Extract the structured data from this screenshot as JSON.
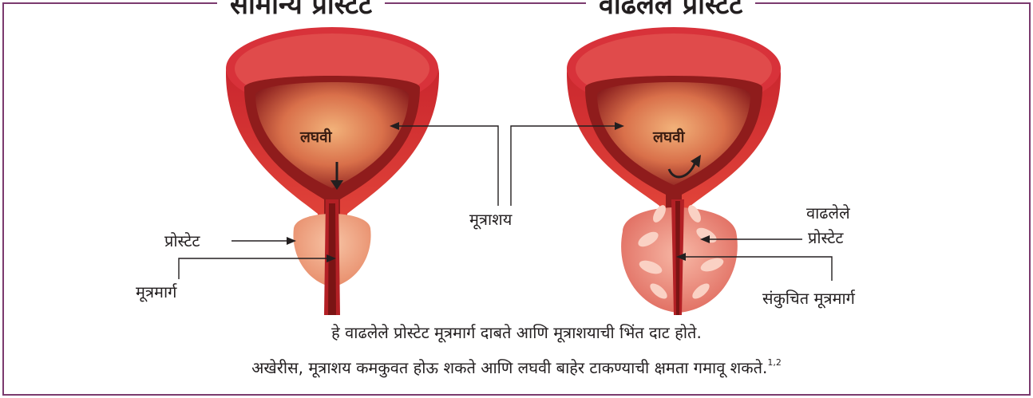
{
  "titles": {
    "normal": "सामान्य प्रोस्टेट",
    "enlarged": "वाढलेले प्रोस्टेट"
  },
  "labels": {
    "urine_left": "लघवी",
    "urine_right": "लघवी",
    "bladder": "मूत्राशय",
    "prostate_left": "प्रोस्टेट",
    "urethra_left": "मूत्रमार्ग",
    "enlarged_prostate_line1": "वाढलेले",
    "enlarged_prostate_line2": "प्रोस्टेट",
    "narrowed_urethra": "संकुचित मूत्रमार्ग"
  },
  "caption": {
    "line1": "हे वाढलेले प्रोस्टेट मूत्रमार्ग दाबते आणि मूत्राशयाची भिंत दाट होते.",
    "line2": "अखेरीस, मूत्राशय कमकुवत होऊ शकते आणि लघवी बाहेर टाकण्याची क्षमता गमावू शकते.",
    "references": "1,2"
  },
  "colors": {
    "frame": "#7b3a6e",
    "bladder_outer": "#d32630",
    "bladder_inner": "#8f1c1c",
    "urine": "#e79a5e",
    "prostate": "#f2a889",
    "enlarged_prostate": "#f0857a"
  }
}
